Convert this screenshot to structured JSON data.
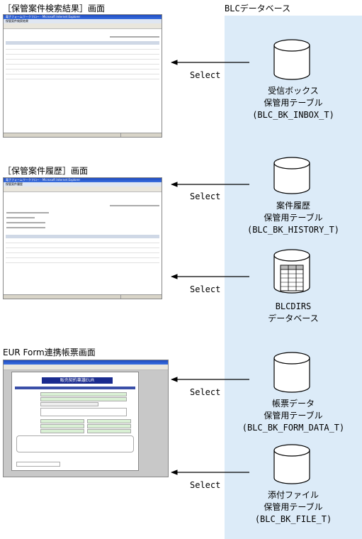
{
  "db_column": {
    "title": "BLCデータベース"
  },
  "screens": [
    {
      "title": "［保管案件検索結果］画面"
    },
    {
      "title": "［保管案件履歴］画面"
    },
    {
      "title": "EUR Form連携帳票画面"
    }
  ],
  "databases": [
    {
      "lines": [
        "受信ボックス",
        "保管用テーブル",
        "(BLC_BK_INBOX_T)"
      ],
      "shape": "cylinder"
    },
    {
      "lines": [
        "案件履歴",
        "保管用テーブル",
        "(BLC_BK_HISTORY_T)"
      ],
      "shape": "cylinder"
    },
    {
      "lines": [
        "BLCDIRS",
        "データベース"
      ],
      "shape": "cylinder-grid"
    },
    {
      "lines": [
        "帳票データ",
        "保管用テーブル",
        "(BLC_BK_FORM_DATA_T)"
      ],
      "shape": "cylinder"
    },
    {
      "lines": [
        "添付ファイル",
        "保管用テーブル",
        "(BLC_BK_FILE_T)"
      ],
      "shape": "cylinder"
    }
  ],
  "arrows": [
    {
      "label": "Select"
    },
    {
      "label": "Select"
    },
    {
      "label": "Select"
    },
    {
      "label": "Select"
    },
    {
      "label": "Select"
    }
  ],
  "mock_screens": {
    "search": {
      "window_title": "電子フォームワークフロー - Microsoft Internet Explorer",
      "page_title": "保管案件検索結果"
    },
    "history": {
      "window_title": "電子フォームワークフロー - Microsoft Internet Explorer",
      "page_title": "保管案件履歴"
    },
    "form": {
      "window_title": "",
      "form_title": "販売契約稟議EUR"
    }
  }
}
